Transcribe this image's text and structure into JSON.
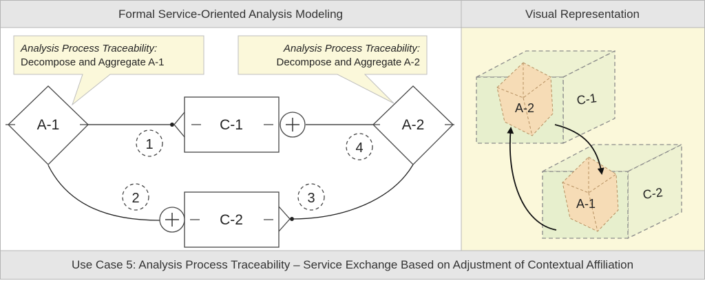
{
  "header": {
    "left_title": "Formal Service-Oriented Analysis Modeling",
    "right_title": "Visual Representation"
  },
  "footer": {
    "caption": "Use Case 5: Analysis Process Traceability – Service Exchange Based on Adjustment of Contextual Affiliation"
  },
  "callouts": [
    {
      "heading": "Analysis Process Traceability:",
      "text": "Decompose and Aggregate A-1"
    },
    {
      "heading": "Analysis Process Traceability:",
      "text": "Decompose and Aggregate A-2"
    }
  ],
  "nodes": {
    "a1": "A-1",
    "a2": "A-2",
    "c1": "C-1",
    "c2": "C-2"
  },
  "step_labels": [
    "1",
    "2",
    "3",
    "4"
  ],
  "visual": {
    "box_top_label": "C-1",
    "box_bottom_label": "C-2",
    "cube_top_label": "A-2",
    "cube_bottom_label": "A-1"
  },
  "colors": {
    "header_bg": "#e6e6e6",
    "callout_bg": "#fbf8da",
    "visual_bg": "#fbf8da",
    "cube_fill": "#f6dcb6",
    "box_fill": "#f1f5d6",
    "stroke": "#333333",
    "dashed": "#888888"
  }
}
